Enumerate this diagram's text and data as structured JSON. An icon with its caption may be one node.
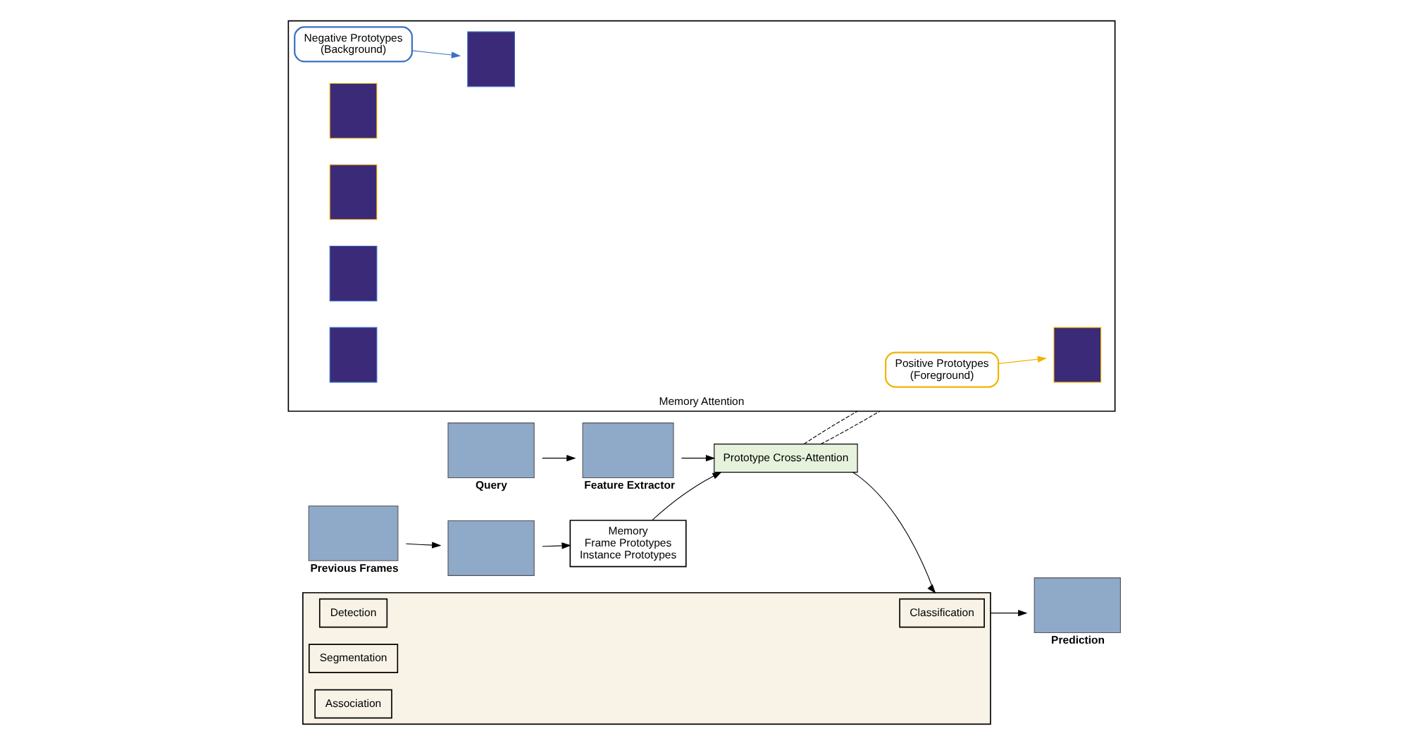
{
  "diagram": {
    "nodes": [
      {
        "text": [],
        "shape": "box",
        "beside": [
          "Previous Frames"
        ]
      },
      {
        "text": [],
        "shape": "box"
      },
      {
        "text": [
          "Memory",
          "Frame Prototypes",
          "Instance Prototypes"
        ]
      },
      {
        "text": [],
        "shape": "box",
        "beside": [
          "Feature Extractor"
        ]
      },
      {
        "text": [
          "Prototype Cross-Attention"
        ]
      },
      {
        "text": [
          "Memory Attention"
        ]
      },
      {
        "text": [
          "Positive Prototypes",
          "(Foreground)"
        ],
        "in": 5
      },
      {
        "text": [
          "Negative Prototypes",
          "(Background)"
        ],
        "in": 5
      },
      {
        "text": [],
        "shape": "box",
        "in": 5
      },
      {
        "text": [],
        "shape": "box",
        "in": 5
      },
      {
        "text": [],
        "shape": "box",
        "in": 5
      },
      {
        "text": [],
        "shape": "box",
        "in": 5
      },
      {
        "text": [],
        "shape": "box",
        "in": 5
      },
      {
        "text": [],
        "shape": "box",
        "in": 5
      },
      {
        "text": [],
        "shape": "box"
      },
      {
        "text": [
          "Classification"
        ],
        "in": 14
      },
      {
        "text": [
          "Detection"
        ],
        "in": 14
      },
      {
        "text": [
          "Segmentation"
        ],
        "in": 14
      },
      {
        "text": [
          "Association"
        ],
        "in": 14
      },
      {
        "text": [],
        "shape": "box",
        "beside": [
          "Query"
        ]
      },
      {
        "text": [],
        "shape": "box",
        "beside": [
          "Prediction"
        ]
      }
    ],
    "edges": [
      {
        "from": 0,
        "to": 1,
        "arrow": "to"
      },
      {
        "from": 1,
        "to": 2,
        "arrow": "to"
      },
      {
        "from": 2,
        "to": 4,
        "arrow": "to"
      },
      {
        "from": 19,
        "to": 3,
        "arrow": "to"
      },
      {
        "from": 3,
        "to": 4,
        "arrow": "to"
      },
      {
        "from": 4,
        "to": 5,
        "arrow": "none",
        "style": "dashed"
      },
      {
        "from": 4,
        "to": 5,
        "arrow": "none",
        "style": "dashed"
      },
      {
        "from": 6,
        "to": 8,
        "arrow": "to",
        "color": "#f0b400"
      },
      {
        "from": 7,
        "to": 11,
        "arrow": "to",
        "color": "#3a6fc4"
      },
      {
        "from": 4,
        "to": 14,
        "arrow": "to"
      },
      {
        "from": 14,
        "to": 20,
        "arrow": "to"
      }
    ]
  }
}
